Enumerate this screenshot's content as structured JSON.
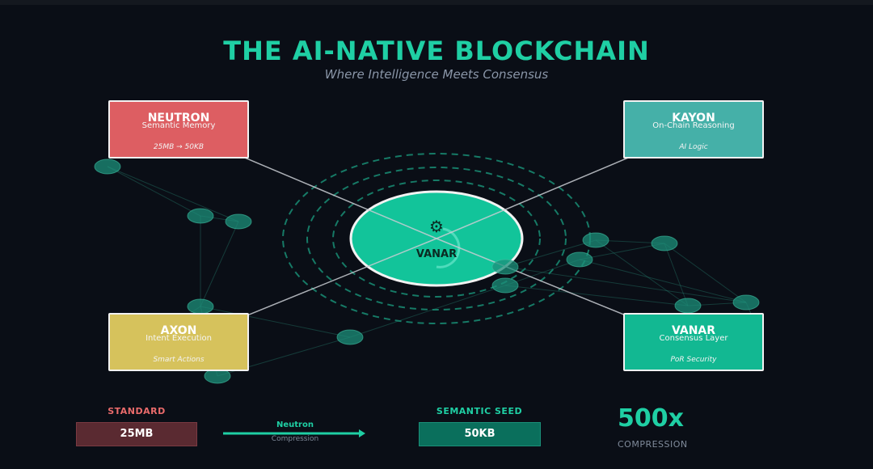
{
  "header": {
    "title": "THE AI-NATIVE BLOCKCHAIN",
    "subtitle": "Where Intelligence Meets Consensus"
  },
  "hub": {
    "label": "VANAR",
    "icon": "brain-icon"
  },
  "cards": [
    {
      "name": "NEUTRON",
      "desc": "Semantic Memory",
      "note": "25MB → 50KB",
      "color": "#dd5e62"
    },
    {
      "name": "KAYON",
      "desc": "On-Chain Reasoning",
      "note": "AI Logic",
      "color": "#45b0a8"
    },
    {
      "name": "AXON",
      "desc": "Intent Execution",
      "note": "Smart Actions",
      "color": "#d6c25c"
    },
    {
      "name": "VANAR",
      "desc": "Consensus Layer",
      "note": "PoR Security",
      "color": "#12b892"
    }
  ],
  "compression": {
    "standard_label": "STANDARD",
    "standard_value": "25MB",
    "standard_color": "#ea6b6b",
    "arrow_label": "Neutron",
    "arrow_sublabel": "Compression",
    "seed_label": "SEMANTIC SEED",
    "seed_value": "50KB",
    "seed_color": "#1fcfa4",
    "ratio": "500x",
    "ratio_caption": "COMPRESSION"
  },
  "colors": {
    "accent": "#1fcfa4",
    "background": "#0a0e16"
  }
}
